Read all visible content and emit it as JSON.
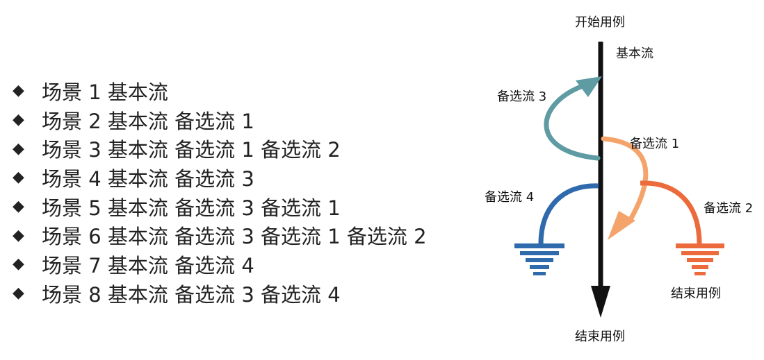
{
  "scenarios": [
    {
      "bullet": "◆",
      "text": "场景 1 基本流"
    },
    {
      "bullet": "◆",
      "text": "场景 2 基本流 备选流 1"
    },
    {
      "bullet": "◆",
      "text": "场景 3 基本流 备选流 1 备选流 2"
    },
    {
      "bullet": "◆",
      "text": "场景 4 基本流 备选流 3"
    },
    {
      "bullet": "◆",
      "text": "场景 5 基本流 备选流 3 备选流 1"
    },
    {
      "bullet": "◆",
      "text": "场景 6 基本流 备选流 3 备选流 1 备选流 2"
    },
    {
      "bullet": "◆",
      "text": "场景 7 基本流 备选流 4"
    },
    {
      "bullet": "◆",
      "text": "场景 8 基本流 备选流 3 备选流 4"
    }
  ],
  "diagram": {
    "start_label": "开始用例",
    "basic_flow_label": "基本流",
    "alt1_label": "备选流 1",
    "alt2_label": "备选流 2",
    "alt3_label": "备选流 3",
    "alt4_label": "备选流 4",
    "end_label_main": "结束用例",
    "end_label_alt2": "结束用例",
    "colors": {
      "basic_flow": "#111111",
      "alt1": "#f4a46a",
      "alt2": "#ec6b3c",
      "alt3": "#5f9ba3",
      "alt4": "#2f6aad"
    }
  }
}
